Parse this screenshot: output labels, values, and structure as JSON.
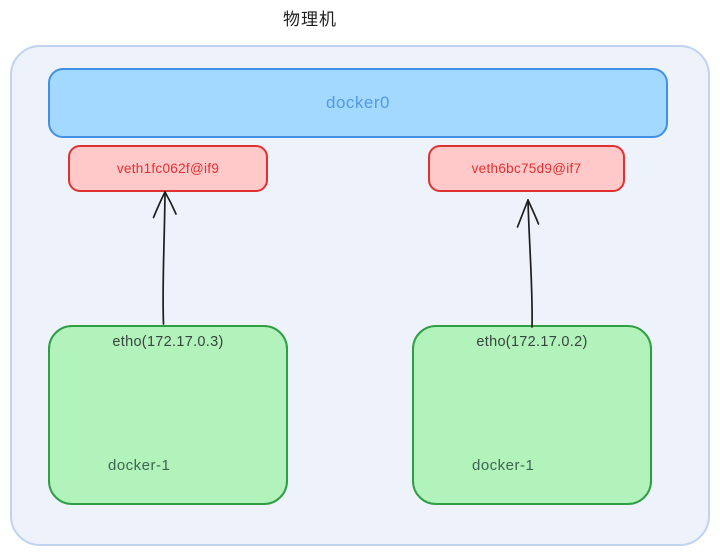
{
  "title": "物理机",
  "bridge": {
    "label": "docker0"
  },
  "veths": [
    {
      "label": "veth1fc062f@if9"
    },
    {
      "label": "veth6bc75d9@if7"
    }
  ],
  "containers": [
    {
      "interface": "etho(172.17.0.3)",
      "name": "docker-1"
    },
    {
      "interface": "etho(172.17.0.2)",
      "name": "docker-1"
    }
  ],
  "colors": {
    "page_bg": "#ffffff",
    "title_text": "#1e1e1e",
    "host_fill": "#eef2fb",
    "host_border": "#c2d3f0",
    "bridge_fill": "#a3d8ff",
    "bridge_border": "#4191e2",
    "bridge_text": "#529ae4",
    "veth_fill": "#ffc9c9",
    "veth_border": "#e03131",
    "veth_text": "#e03131",
    "container_fill": "#b2f2bb",
    "container_border": "#2f9e44",
    "container_interface_text": "#394540",
    "container_name_text": "#3c6650",
    "arrow": "#1e1e1e"
  }
}
